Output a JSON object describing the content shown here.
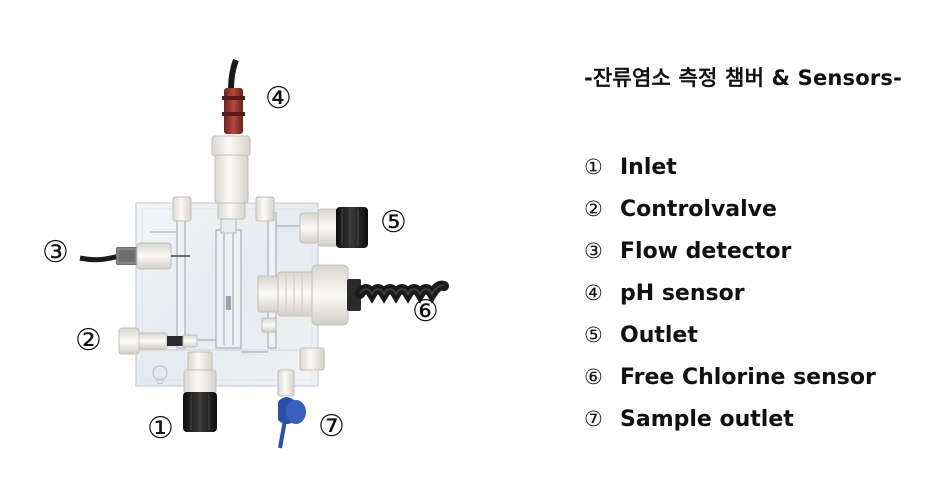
{
  "title": "-잔류염소 측정 챔버 & Sensors-",
  "legend": [
    {
      "num": "①",
      "label": "Inlet"
    },
    {
      "num": "②",
      "label": "Controlvalve"
    },
    {
      "num": "③",
      "label": "Flow detector"
    },
    {
      "num": "④",
      "label": "pH sensor"
    },
    {
      "num": "⑤",
      "label": "Outlet"
    },
    {
      "num": "⑥",
      "label": "Free Chlorine sensor"
    },
    {
      "num": "⑦",
      "label": "Sample outlet"
    }
  ],
  "callouts": {
    "c1": "①",
    "c2": "②",
    "c3": "③",
    "c4": "④",
    "c5": "⑤",
    "c6": "⑥",
    "c7": "⑦"
  },
  "colors": {
    "cable": "#1a1a1a",
    "cap_black": "#1c1c1c",
    "fitting_white": "#f3f1ec",
    "acrylic": "#e9edf0",
    "sensor_red": "#a33d34",
    "sample_blue": "#2a4fa8"
  }
}
